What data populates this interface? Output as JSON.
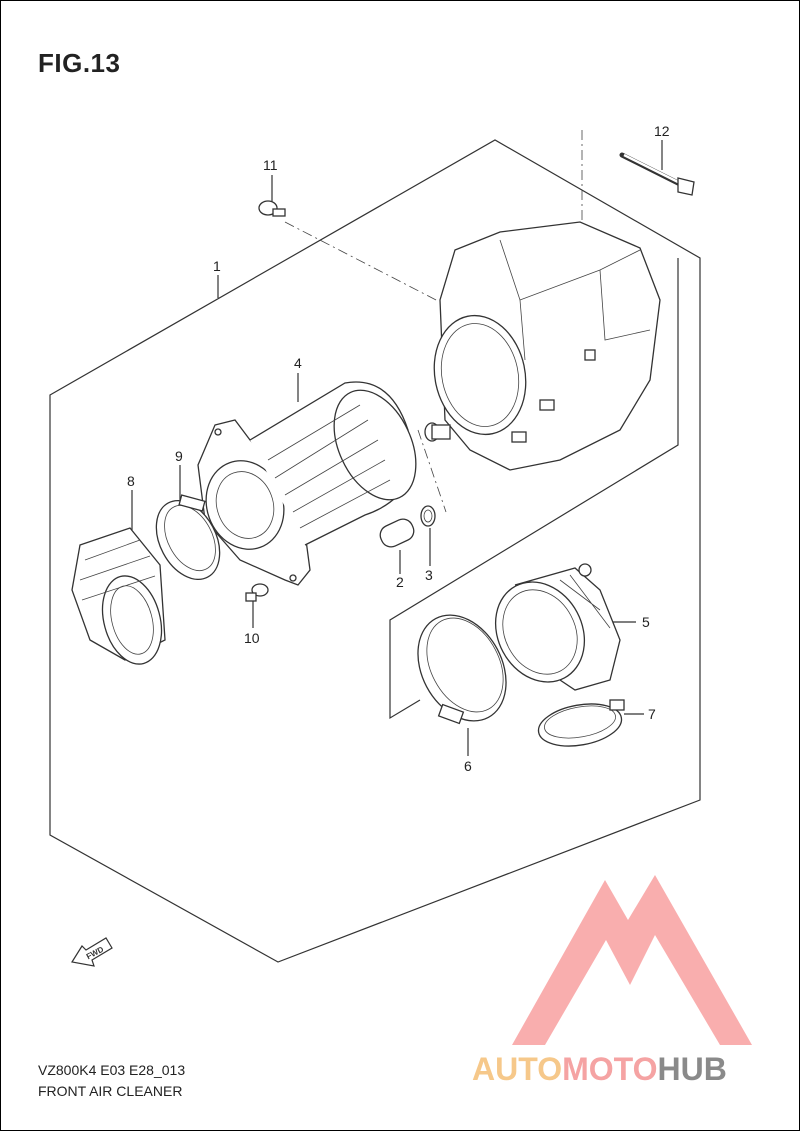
{
  "figure": {
    "title": "FIG.13",
    "model_code": "VZ800K4 E03 E28_013",
    "caption": "FRONT AIR CLEANER",
    "fwd_label": "FWD"
  },
  "callouts": [
    {
      "id": "1",
      "label": "1"
    },
    {
      "id": "2",
      "label": "2"
    },
    {
      "id": "3",
      "label": "3"
    },
    {
      "id": "4",
      "label": "4"
    },
    {
      "id": "5",
      "label": "5"
    },
    {
      "id": "6",
      "label": "6"
    },
    {
      "id": "7",
      "label": "7"
    },
    {
      "id": "8",
      "label": "8"
    },
    {
      "id": "9",
      "label": "9"
    },
    {
      "id": "10",
      "label": "10"
    },
    {
      "id": "11",
      "label": "11"
    },
    {
      "id": "12",
      "label": "12"
    }
  ],
  "watermark": {
    "text_a": "AUTO",
    "text_b": "MOTO",
    "text_c": "HUB",
    "color_a": "#f6c88a",
    "color_b": "#f5a3a3",
    "color_c": "#8a8a8a",
    "mark_color": "#f8a0a0"
  }
}
